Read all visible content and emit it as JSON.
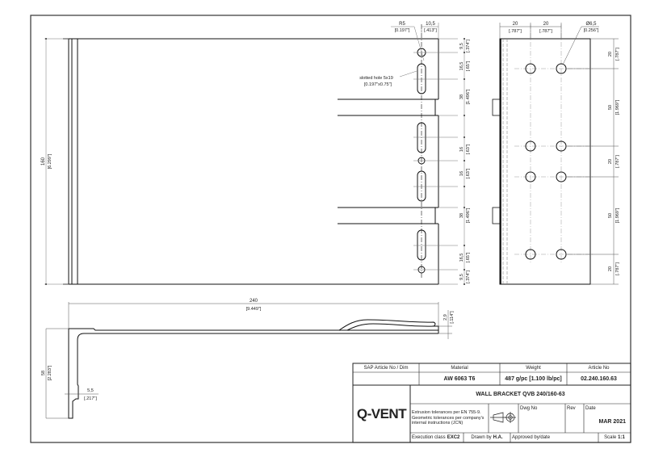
{
  "title_block": {
    "headers": {
      "sap_article": "SAP Article No / Dim",
      "material": "Material",
      "weight": "Weight",
      "article_no": "Article No"
    },
    "values": {
      "sap_article": "",
      "material": "AW 6063 T6",
      "weight": "487 g/pc [1.100 lb/pc]",
      "article_no": "02.240.160.63"
    },
    "logo": "Q-VENT",
    "part_title": "WALL BRACKET QVB 240/160-63",
    "tolerances_line1": "Extrusion tolerances per EN 755-9.",
    "tolerances_line2": "Geometric tolerances per company's",
    "tolerances_line3": "internal instructions (JCN)",
    "drawing_no_label": "Dwg No",
    "drawing_no": "",
    "rev_label": "Rev",
    "rev": "",
    "date_label": "Date",
    "date": "MAR 2021",
    "execution_label": "Execution class",
    "execution_value": "EXC2",
    "drawn_by_label": "Drawn by",
    "drawn_by": "H.A.",
    "approved_label": "Approved by/date",
    "scale_label": "Scale",
    "scale": "1:1",
    "projection_symbol": "first-angle-projection-icon"
  },
  "front_view": {
    "height_dim": "160",
    "height_dim_in": "[6.299\"]",
    "radius_label": "R5",
    "radius_in": "[0.197\"]",
    "top_offset": "10,5",
    "top_offset_in": "[.413\"]",
    "slot_label": "slotted hole 5x19",
    "slot_label_in": "[0.197\"x0.75\"]",
    "right_dims": [
      {
        "v": "9,5",
        "in": "[.374\"]"
      },
      {
        "v": "16,5",
        "in": "[.65\"]"
      },
      {
        "v": "38",
        "in": "[1.496\"]"
      },
      {
        "v": "16",
        "in": "[.63\"]"
      },
      {
        "v": "16",
        "in": "[.63\"]"
      },
      {
        "v": "38",
        "in": "[1.496\"]"
      },
      {
        "v": "16,5",
        "in": "[.65\"]"
      },
      {
        "v": "9,5",
        "in": "[.374\"]"
      }
    ]
  },
  "side_view": {
    "top_dims": [
      {
        "v": "20",
        "in": "[.787\"]"
      },
      {
        "v": "20",
        "in": "[.787\"]"
      }
    ],
    "hole_label": "Ø6,5",
    "hole_label_in": "[0.256\"]",
    "right_dims": [
      {
        "v": "20",
        "in": "[.787\"]"
      },
      {
        "v": "50",
        "in": "[1.969\"]"
      },
      {
        "v": "20",
        "in": "[.787\"]"
      },
      {
        "v": "50",
        "in": "[1.969\"]"
      },
      {
        "v": "20",
        "in": "[.787\"]"
      }
    ]
  },
  "bottom_view": {
    "length_dim": "240",
    "length_dim_in": "[9.449\"]",
    "thickness_dim": "2,9",
    "thickness_dim_in": "[.114\"]",
    "height_dim": "58",
    "height_dim_in": "[2.283\"]",
    "web_dim": "5,5",
    "web_dim_in": "[.217\"]"
  }
}
